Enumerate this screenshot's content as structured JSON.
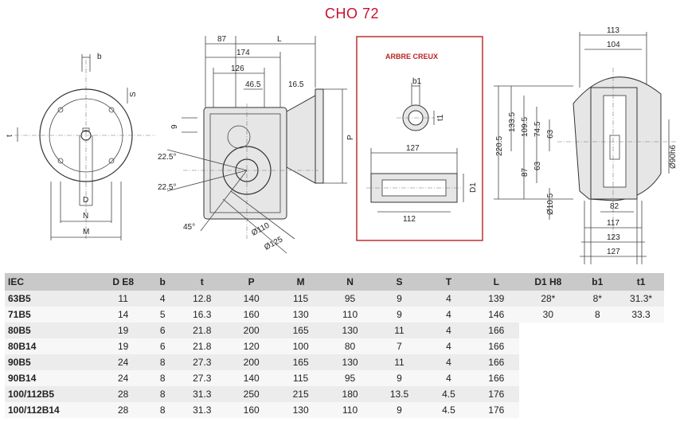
{
  "title": "CHO 72",
  "drawing": {
    "front_view": {
      "b": "b",
      "S": "S",
      "t": "t",
      "D": "D",
      "N": "N",
      "M": "M"
    },
    "side_view": {
      "d87": "87",
      "L": "L",
      "d174": "174",
      "d126": "126",
      "d46_5": "46.5",
      "d16_5": "16.5",
      "d9": "9",
      "P": "P",
      "a22_5_top": "22.5°",
      "a22_5_bot": "22.5°",
      "a45": "45°",
      "phi110": "Ø110",
      "phi125": "Ø125"
    },
    "hollow_shaft": {
      "title": "ARBRE CREUX",
      "b1": "b1",
      "t1": "t1",
      "d127": "127",
      "D1": "D1",
      "d112": "112"
    },
    "end_view": {
      "d113": "113",
      "d104": "104",
      "d220_5": "220.5",
      "d133_5": "133.5",
      "d109_5": "109.5",
      "d74_5": "74.5",
      "d63a": "63",
      "d87": "87",
      "d63b": "63",
      "phi10_5": "Ø10.5",
      "phi90": "Ø90h6",
      "d82": "82",
      "d117": "117",
      "d123": "123",
      "d127": "127"
    }
  },
  "table": {
    "headers": [
      "IEC",
      "D E8",
      "b",
      "t",
      "P",
      "M",
      "N",
      "S",
      "T",
      "L",
      "D1 H8",
      "b1",
      "t1"
    ],
    "rows": [
      [
        "63B5",
        "11",
        "4",
        "12.8",
        "140",
        "115",
        "95",
        "9",
        "4",
        "139",
        "28*",
        "8*",
        "31.3*"
      ],
      [
        "71B5",
        "14",
        "5",
        "16.3",
        "160",
        "130",
        "110",
        "9",
        "4",
        "146",
        "30",
        "8",
        "33.3"
      ],
      [
        "80B5",
        "19",
        "6",
        "21.8",
        "200",
        "165",
        "130",
        "11",
        "4",
        "166",
        "",
        "",
        ""
      ],
      [
        "80B14",
        "19",
        "6",
        "21.8",
        "120",
        "100",
        "80",
        "7",
        "4",
        "166",
        "",
        "",
        ""
      ],
      [
        "90B5",
        "24",
        "8",
        "27.3",
        "200",
        "165",
        "130",
        "11",
        "4",
        "166",
        "",
        "",
        ""
      ],
      [
        "90B14",
        "24",
        "8",
        "27.3",
        "140",
        "115",
        "95",
        "9",
        "4",
        "166",
        "",
        "",
        ""
      ],
      [
        "100/112B5",
        "28",
        "8",
        "31.3",
        "250",
        "215",
        "180",
        "13.5",
        "4.5",
        "176",
        "",
        "",
        ""
      ],
      [
        "100/112B14",
        "28",
        "8",
        "31.3",
        "160",
        "130",
        "110",
        "9",
        "4.5",
        "176",
        "",
        "",
        ""
      ]
    ]
  }
}
